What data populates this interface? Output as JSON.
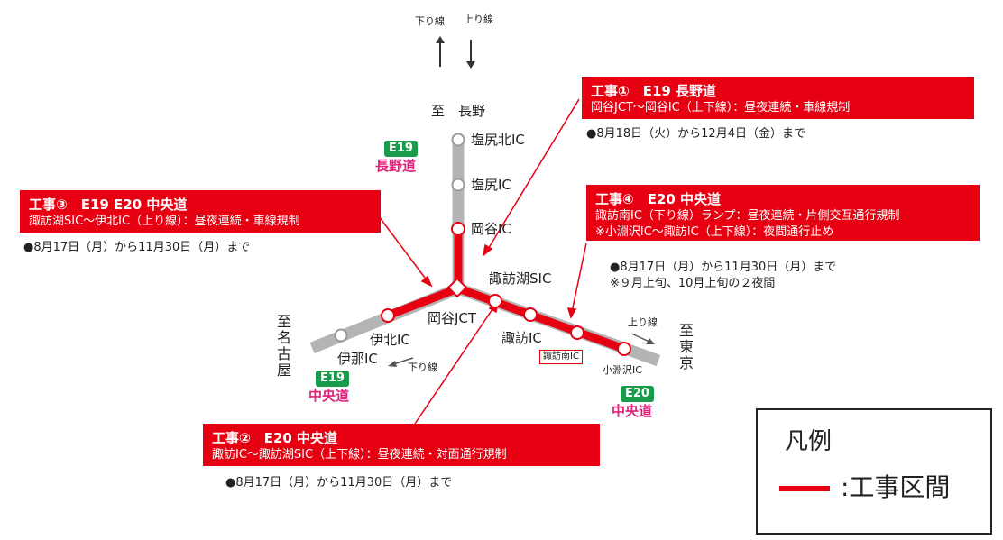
{
  "directions": {
    "down_line": "下り線",
    "up_line": "上り線",
    "to_nagano": "至　長野",
    "to_nagoya": "至名古屋",
    "to_tokyo": "至東京",
    "up_line_right": "上り線",
    "down_line_left": "下り線"
  },
  "routes": {
    "e19_badge_top": "E19",
    "e19_name_top": "長野道",
    "e19_badge_bottom": "E19",
    "e19_name_bottom": "中央道",
    "e20_badge": "E20",
    "e20_name": "中央道"
  },
  "interchanges": {
    "shiojiri_kita": "塩尻北IC",
    "shiojiri": "塩尻IC",
    "okaya": "岡谷IC",
    "suwako_sic": "諏訪湖SIC",
    "okaya_jct": "岡谷JCT",
    "suwa": "諏訪IC",
    "suwa_minami": "諏訪南IC",
    "kobuchizawa": "小淵沢IC",
    "ihoku": "伊北IC",
    "ina": "伊那IC"
  },
  "works": [
    {
      "title": "工事①　E19 長野道",
      "detail": "岡谷JCT～岡谷IC（上下線）：昼夜連続・車線規制",
      "period": "●8月18日（火）から12月4日（金）まで"
    },
    {
      "title": "工事②　E20 中央道",
      "detail": "諏訪IC～諏訪湖SIC（上下線）：昼夜連続・対面通行規制",
      "period": "●8月17日（月）から11月30日（月）まで"
    },
    {
      "title": "工事③　E19 E20 中央道",
      "detail": "諏訪湖SIC～伊北IC（上り線）：昼夜連続・車線規制",
      "period": "●8月17日（月）から11月30日（月）まで"
    },
    {
      "title": "工事④　E20 中央道",
      "detail": "諏訪南IC（下り線）ランプ：昼夜連続・片側交互通行規制",
      "detail2": "※小淵沢IC～諏訪IC（上下線）：夜間通行止め",
      "period": "●8月17日（月）から11月30日（月）まで",
      "period2": "※９月上旬、10月上旬の２夜間"
    }
  ],
  "legend": {
    "title": "凡例",
    "item_label": ":工事区間"
  },
  "colors": {
    "work_section": "#e60012",
    "road": "#b4b4b4",
    "route_badge": "#1a9b4b",
    "route_name": "#e0217a"
  }
}
